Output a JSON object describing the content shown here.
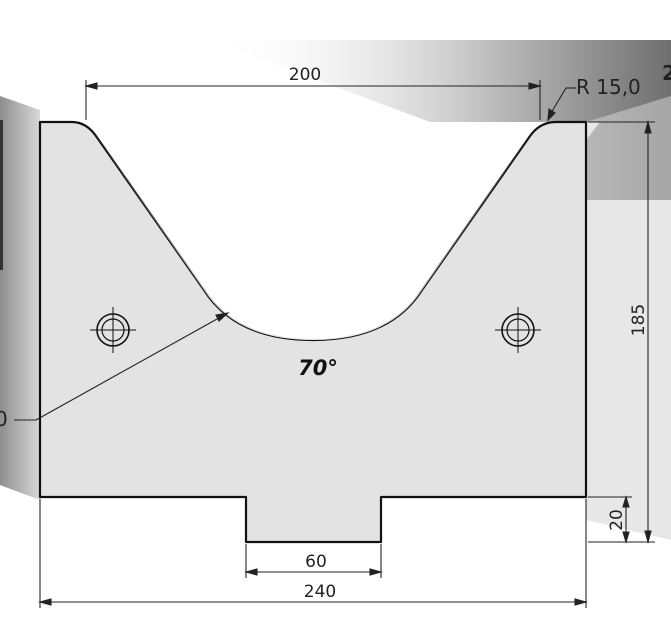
{
  "dimensions": {
    "top_width": "200",
    "radius": "R 15,0",
    "height": "185",
    "tang_height": "20",
    "tang_width": "60",
    "total_width": "240",
    "angle": "70°",
    "partial_left_label": "0",
    "partial_right_label": "2"
  },
  "colors": {
    "part_fill": "#e3e3e3",
    "outline": "#111111",
    "dim_line": "#222222"
  }
}
